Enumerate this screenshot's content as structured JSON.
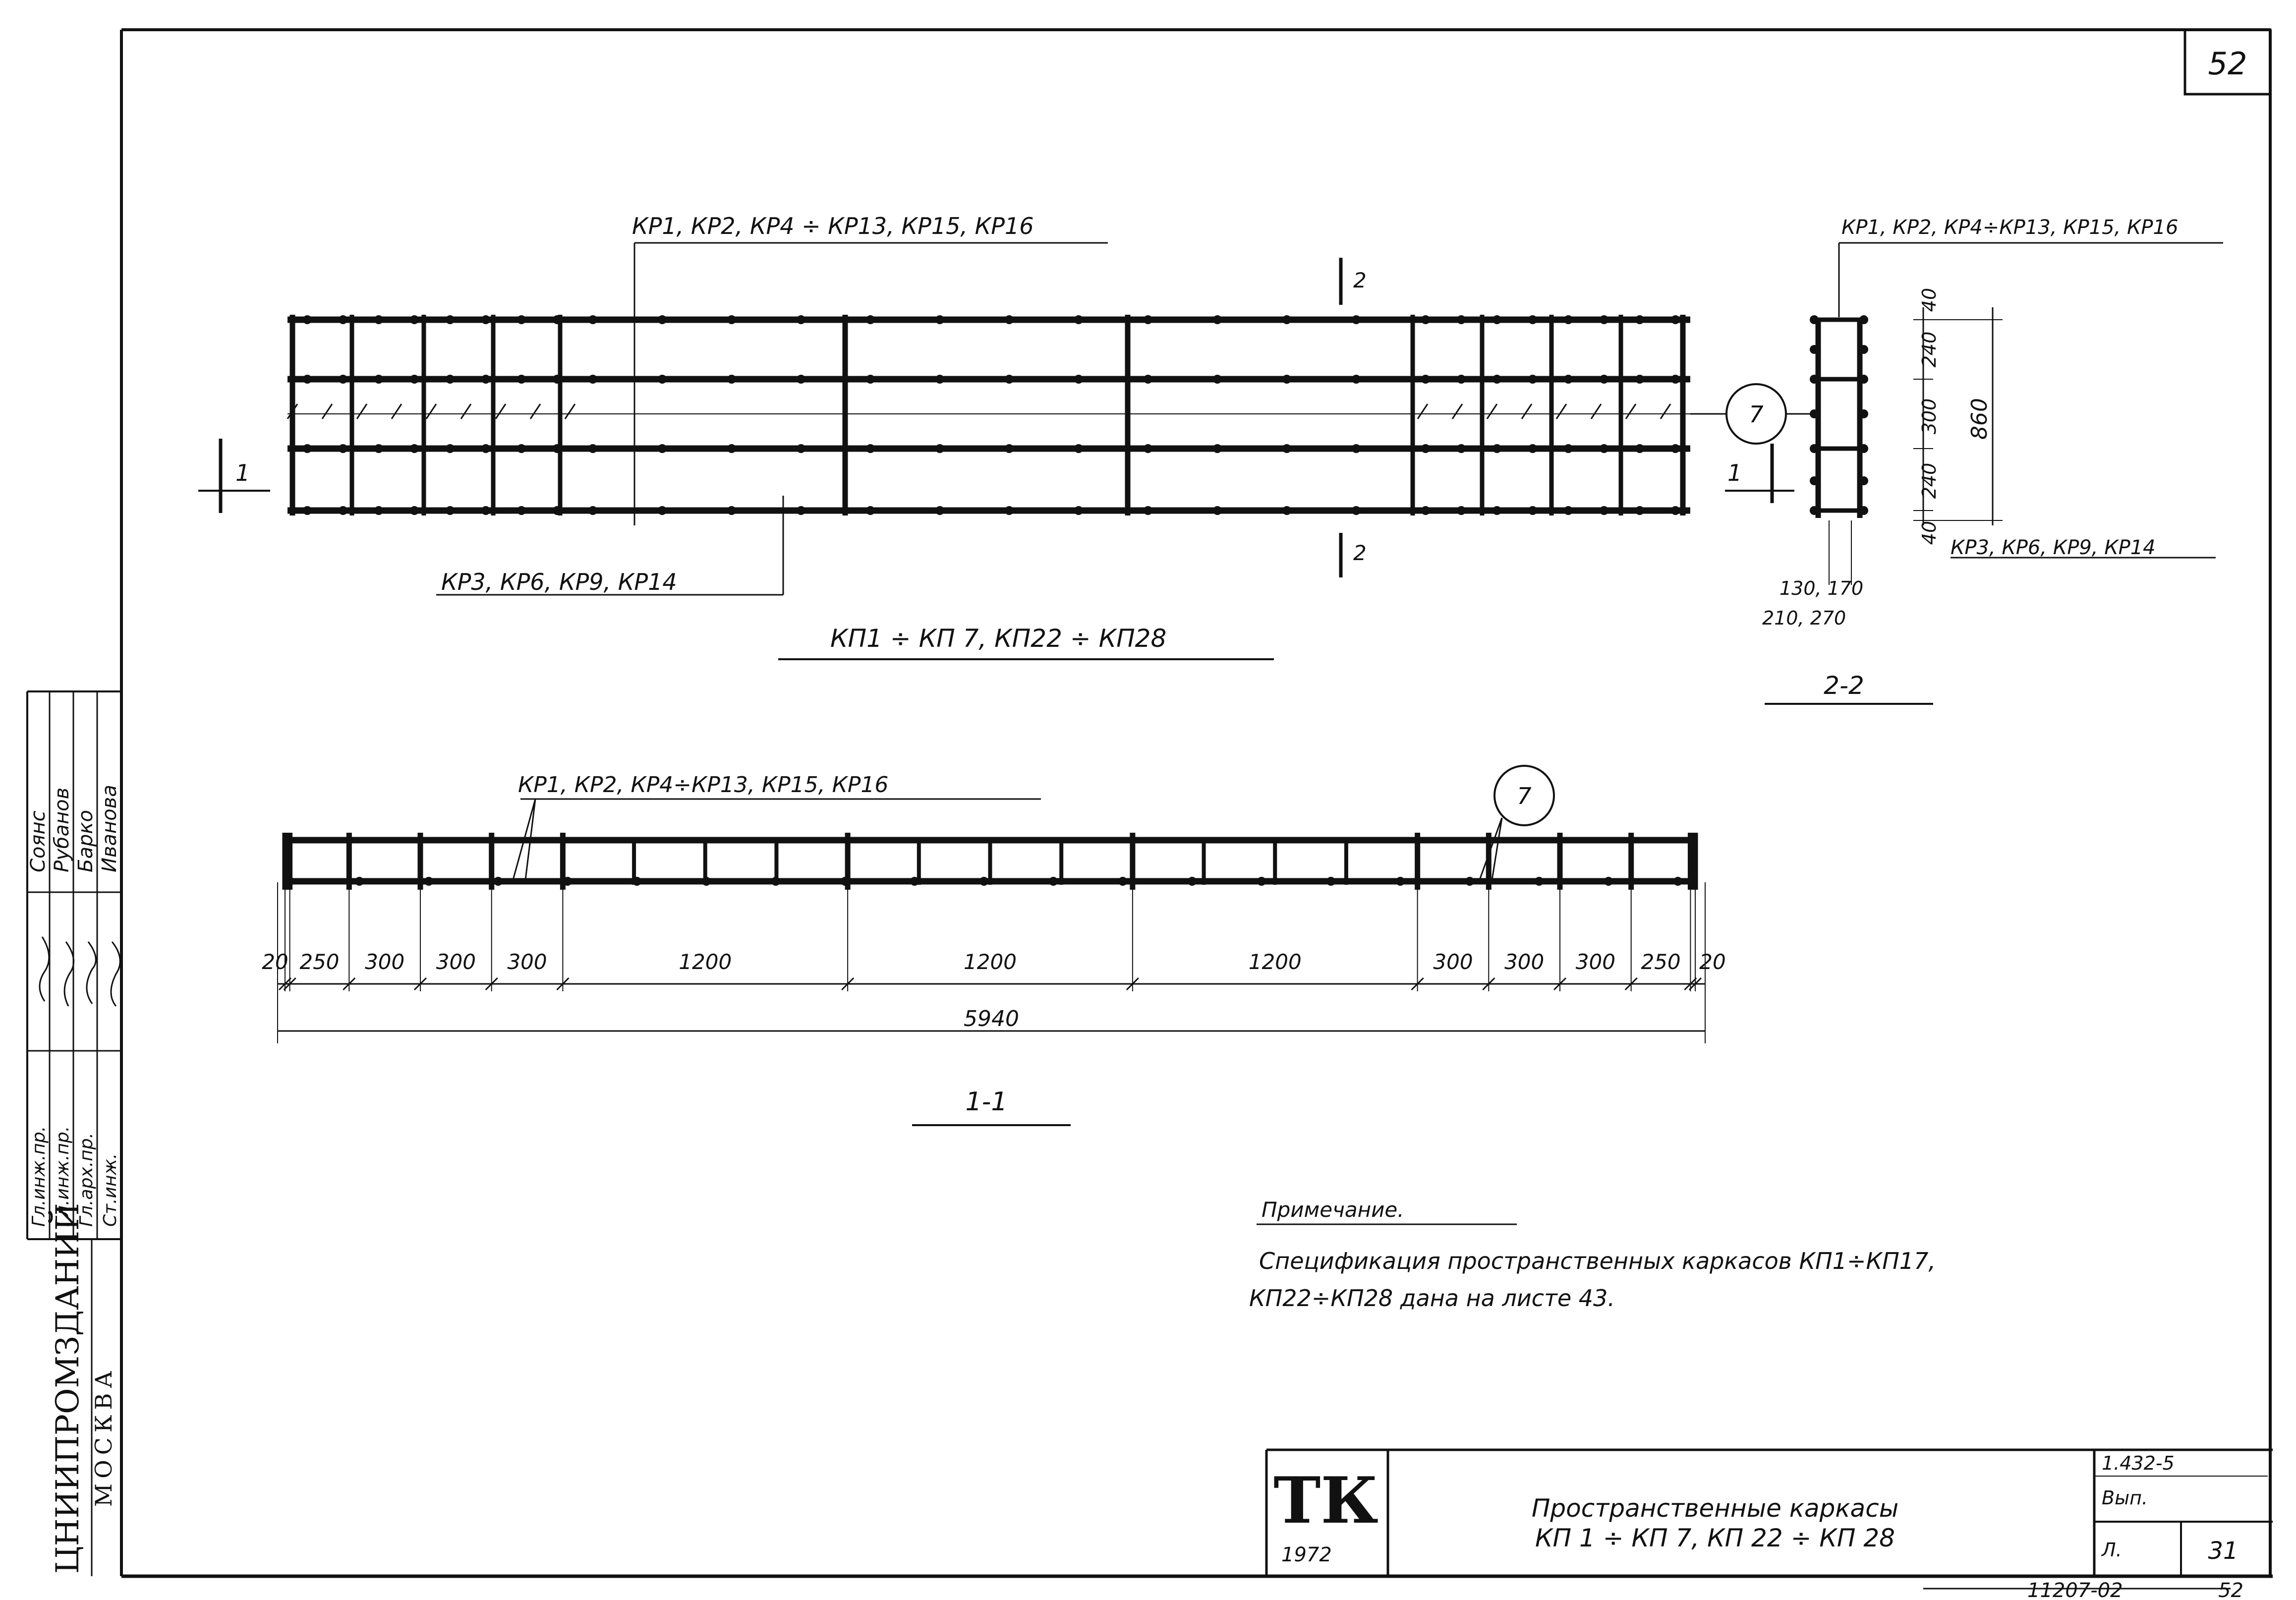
{
  "sheet": {
    "page_number": "52",
    "footer_number": "11207-02",
    "footer_page": "52"
  },
  "plan_view": {
    "callout_top": "КР1, КР2, КР4 ÷ КР13, КР15, КР16",
    "callout_bottom": "КР3, КР6, КР9, КР14",
    "title": "КП1 ÷ КП 7, КП22 ÷ КП28",
    "cut_1_label": "1",
    "cut_2_label": "2",
    "marker": "7"
  },
  "section_2_2": {
    "callout_top": "КР1, КР2, КР4÷КР13, КР15, КР16",
    "callout_bottom": "КР3, КР6, КР9, КР14",
    "dim_top": "40",
    "dim_1": "240",
    "dim_2": "300",
    "dim_3": "240",
    "dim_bottom": "40",
    "dim_total": "860",
    "width_a": "130, 170",
    "width_b": "210, 270",
    "title": "2-2"
  },
  "section_1_1": {
    "callout": "КР1, КР2, КР4÷КР13, КР15, КР16",
    "marker": "7",
    "dims": [
      "20",
      "250",
      "300",
      "300",
      "300",
      "1200",
      "1200",
      "1200",
      "300",
      "300",
      "300",
      "250",
      "20"
    ],
    "total": "5940",
    "title": "1-1"
  },
  "note": {
    "heading": "Примечание.",
    "line1": "Спецификация пространственных каркасов КП1÷КП17,",
    "line2": "КП22÷КП28 дана на листе 43."
  },
  "stamp": {
    "org": "ЦНИИПРОМЗДАНИЙ",
    "city": "МОСКВА",
    "roles": [
      "Гл.инж.пр.",
      "Гл.инж.пр.",
      "Гл.арх.пр.",
      "Ст.инж."
    ],
    "names": [
      "Соянс",
      "Рубанов",
      "Барко",
      "Иванова"
    ]
  },
  "title_block": {
    "logo": "ТК",
    "year": "1972",
    "line1": "Пространственные каркасы",
    "line2": "КП 1 ÷ КП 7, КП 22 ÷ КП 28",
    "series": "1.432-5",
    "issue": "Вып.",
    "sheet_label": "Л.",
    "sheet_no": "31"
  }
}
